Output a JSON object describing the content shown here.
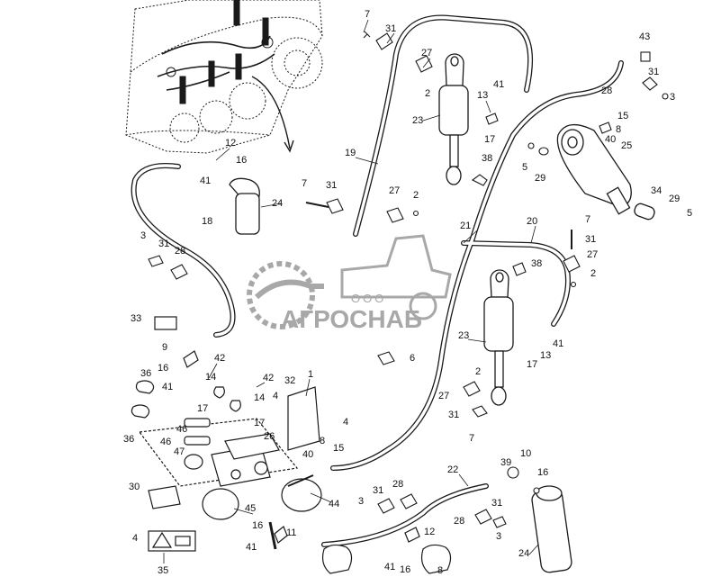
{
  "watermark": {
    "company_prefix": "ООО",
    "company_name": "АГРОСНАБ"
  },
  "colors": {
    "line": "#1a1a1a",
    "watermark": "#9a9a9a",
    "warning_label": "#e3e3e3"
  },
  "callouts": [
    {
      "id": "c1",
      "text": "7"
    },
    {
      "id": "c2",
      "text": "31"
    },
    {
      "id": "c3",
      "text": "27"
    },
    {
      "id": "c4",
      "text": "2"
    },
    {
      "id": "c5",
      "text": "23"
    },
    {
      "id": "c6",
      "text": "13"
    },
    {
      "id": "c7",
      "text": "41"
    },
    {
      "id": "c8",
      "text": "17"
    },
    {
      "id": "c9",
      "text": "43"
    },
    {
      "id": "c10",
      "text": "31"
    },
    {
      "id": "c11",
      "text": "28"
    },
    {
      "id": "c12",
      "text": "3"
    },
    {
      "id": "c13",
      "text": "15"
    },
    {
      "id": "c14",
      "text": "8"
    },
    {
      "id": "c15",
      "text": "40"
    },
    {
      "id": "c16",
      "text": "25"
    },
    {
      "id": "c17",
      "text": "12"
    },
    {
      "id": "c18",
      "text": "16"
    },
    {
      "id": "c19",
      "text": "41"
    },
    {
      "id": "c20",
      "text": "19"
    },
    {
      "id": "c21",
      "text": "38"
    },
    {
      "id": "c22",
      "text": "5"
    },
    {
      "id": "c23",
      "text": "29"
    },
    {
      "id": "c24",
      "text": "24"
    },
    {
      "id": "c25",
      "text": "7"
    },
    {
      "id": "c26",
      "text": "31"
    },
    {
      "id": "c27",
      "text": "27"
    },
    {
      "id": "c28",
      "text": "2"
    },
    {
      "id": "c29",
      "text": "34"
    },
    {
      "id": "c30",
      "text": "29"
    },
    {
      "id": "c31",
      "text": "5"
    },
    {
      "id": "c32",
      "text": "18"
    },
    {
      "id": "c33",
      "text": "21"
    },
    {
      "id": "c34",
      "text": "20"
    },
    {
      "id": "c35",
      "text": "7"
    },
    {
      "id": "c36",
      "text": "3"
    },
    {
      "id": "c37",
      "text": "31"
    },
    {
      "id": "c38",
      "text": "28"
    },
    {
      "id": "c39",
      "text": "31"
    },
    {
      "id": "c40",
      "text": "27"
    },
    {
      "id": "c41",
      "text": "2"
    },
    {
      "id": "c42",
      "text": "38"
    },
    {
      "id": "c43",
      "text": "33"
    },
    {
      "id": "c44",
      "text": "23"
    },
    {
      "id": "c45",
      "text": "13"
    },
    {
      "id": "c46",
      "text": "41"
    },
    {
      "id": "c47",
      "text": "17"
    },
    {
      "id": "c48",
      "text": "6"
    },
    {
      "id": "c49",
      "text": "9"
    },
    {
      "id": "c50",
      "text": "42"
    },
    {
      "id": "c51",
      "text": "16"
    },
    {
      "id": "c52",
      "text": "41"
    },
    {
      "id": "c53",
      "text": "14"
    },
    {
      "id": "c54",
      "text": "42"
    },
    {
      "id": "c55",
      "text": "32"
    },
    {
      "id": "c56",
      "text": "1"
    },
    {
      "id": "c57",
      "text": "36"
    },
    {
      "id": "c58",
      "text": "2"
    },
    {
      "id": "c59",
      "text": "14"
    },
    {
      "id": "c60",
      "text": "4"
    },
    {
      "id": "c61",
      "text": "27"
    },
    {
      "id": "c62",
      "text": "17"
    },
    {
      "id": "c63",
      "text": "17"
    },
    {
      "id": "c64",
      "text": "31"
    },
    {
      "id": "c65",
      "text": "4"
    },
    {
      "id": "c66",
      "text": "7"
    },
    {
      "id": "c67",
      "text": "46"
    },
    {
      "id": "c68",
      "text": "26"
    },
    {
      "id": "c69",
      "text": "36"
    },
    {
      "id": "c70",
      "text": "46"
    },
    {
      "id": "c71",
      "text": "40"
    },
    {
      "id": "c72",
      "text": "8"
    },
    {
      "id": "c73",
      "text": "15"
    },
    {
      "id": "c74",
      "text": "47"
    },
    {
      "id": "c75",
      "text": "39"
    },
    {
      "id": "c76",
      "text": "10"
    },
    {
      "id": "c77",
      "text": "16"
    },
    {
      "id": "c78",
      "text": "22"
    },
    {
      "id": "c79",
      "text": "30"
    },
    {
      "id": "c80",
      "text": "31"
    },
    {
      "id": "c81",
      "text": "28"
    },
    {
      "id": "c82",
      "text": "44"
    },
    {
      "id": "c83",
      "text": "45"
    },
    {
      "id": "c84",
      "text": "3"
    },
    {
      "id": "c85",
      "text": "28"
    },
    {
      "id": "c86",
      "text": "31"
    },
    {
      "id": "c87",
      "text": "4"
    },
    {
      "id": "c88",
      "text": "16"
    },
    {
      "id": "c89",
      "text": "11"
    },
    {
      "id": "c90",
      "text": "12"
    },
    {
      "id": "c91",
      "text": "3"
    },
    {
      "id": "c92",
      "text": "41"
    },
    {
      "id": "c93",
      "text": "24"
    },
    {
      "id": "c94",
      "text": "35"
    },
    {
      "id": "c95",
      "text": "41"
    },
    {
      "id": "c96",
      "text": "16"
    },
    {
      "id": "c97",
      "text": "8"
    }
  ]
}
